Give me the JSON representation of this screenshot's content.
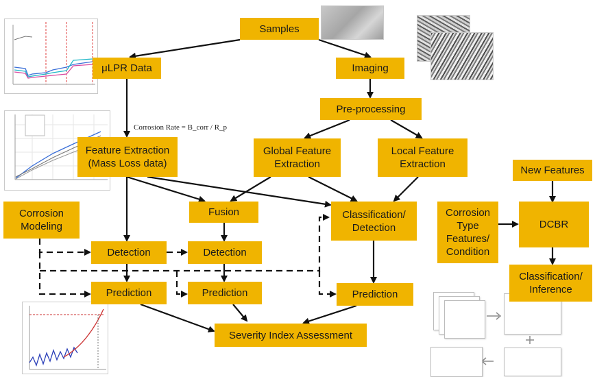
{
  "boxes": {
    "samples": "Samples",
    "ulpr_data": "μLPR Data",
    "imaging": "Imaging",
    "preprocessing": "Pre-processing",
    "feature_extraction": "Feature Extraction\n(Mass Loss data)",
    "global_feature": "Global Feature\nExtraction",
    "local_feature": "Local Feature\nExtraction",
    "new_features": "New Features",
    "corrosion_modeling": "Corrosion\nModeling",
    "fusion": "Fusion",
    "classification_detection": "Classification/\nDetection",
    "corrosion_type": "Corrosion\nType\nFeatures/\nCondition",
    "dcbr": "DCBR",
    "detection_left": "Detection",
    "detection_mid": "Detection",
    "classification_inference": "Classification/\nInference",
    "prediction_left": "Prediction",
    "prediction_mid": "Prediction",
    "prediction_right": "Prediction",
    "severity": "Severity Index Assessment"
  },
  "formula": "Corrosion Rate = B_corr / R_p",
  "colors": {
    "box": "#f0b400",
    "arrow": "#111111"
  }
}
